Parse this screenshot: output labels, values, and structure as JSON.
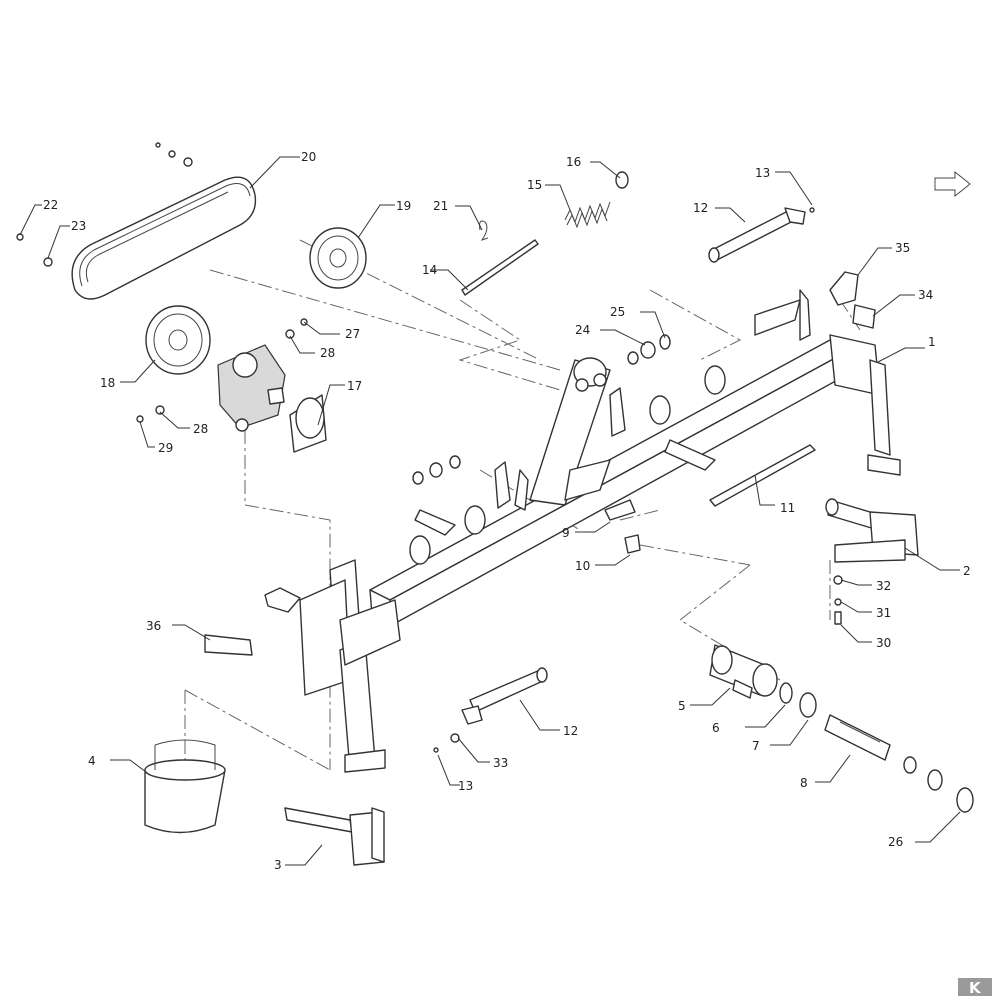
{
  "diagram": {
    "labels": {
      "l1": "1",
      "l2": "2",
      "l3": "3",
      "l4": "4",
      "l5": "5",
      "l6": "6",
      "l7": "7",
      "l8": "8",
      "l9": "9",
      "l10": "10",
      "l11": "11",
      "l12a": "12",
      "l12b": "12",
      "l13a": "13",
      "l13b": "13",
      "l14": "14",
      "l15": "15",
      "l16": "16",
      "l17": "17",
      "l18": "18",
      "l19": "19",
      "l20": "20",
      "l21": "21",
      "l22": "22",
      "l23": "23",
      "l24": "24",
      "l25": "25",
      "l26": "26",
      "l27": "27",
      "l28a": "28",
      "l28b": "28",
      "l29": "29",
      "l30": "30",
      "l31": "31",
      "l32": "32",
      "l33": "33",
      "l34": "34",
      "l35": "35",
      "l36": "36"
    },
    "logo_text": "K",
    "colors": {
      "line": "#333333",
      "background": "#ffffff",
      "logo": "#9a9a9a"
    }
  }
}
